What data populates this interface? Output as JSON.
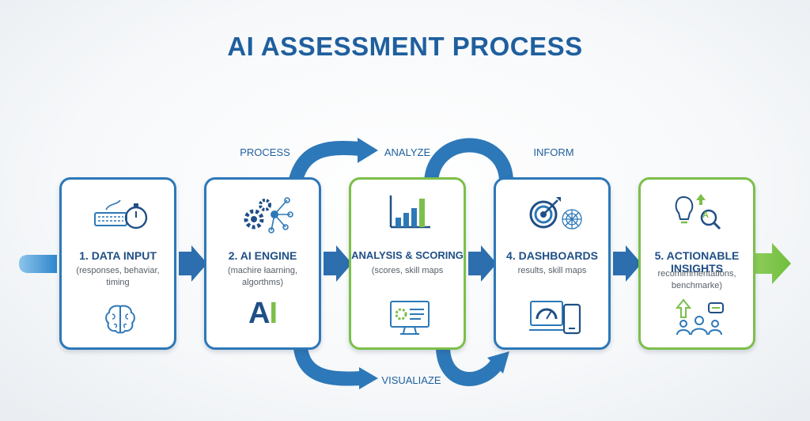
{
  "title": "AI ASSESSMENT PROCESS",
  "flow_labels": {
    "process": "PROCESS",
    "analyze": "ANALYZE",
    "inform": "INFORM",
    "visualize": "VISUALIAZE"
  },
  "steps": [
    {
      "heading": "1. DATA INPUT",
      "sub_line1": "(responses, behaviar,",
      "sub_line2": "timing",
      "top_icon": "keyboard-stopwatch-icon",
      "bottom_icon": "brain-icon"
    },
    {
      "heading": "2. AI ENGINE",
      "sub_line1": "(machire łaarning, algorthms)",
      "top_icon": "gears-network-icon",
      "ai_logo": "AI"
    },
    {
      "heading": "ANALYSIS & SCORING",
      "sub_line1": "(scores, skill maps",
      "top_icon": "bar-chart-icon",
      "bottom_icon": "monitor-gear-icon"
    },
    {
      "heading": "4. DASHBOARDS",
      "sub_line1": "results, skill maps",
      "top_icon": "target-web-icon",
      "bottom_icon": "dashboard-tablet-icon"
    },
    {
      "heading_line1": "5. ACTIONABLE",
      "heading_line2": "INSIGHTS",
      "sub_line1": "recomimmentations,",
      "sub_line2": "benchmarke)",
      "top_icon": "lightbulb-magnifier-icon",
      "bottom_icon": "team-growth-icon"
    }
  ],
  "colors": {
    "blue": "#2d78b8",
    "dark_blue": "#1f5f9e",
    "green": "#7cbf4a",
    "light_blue_arrow": "#3a8fd0"
  }
}
